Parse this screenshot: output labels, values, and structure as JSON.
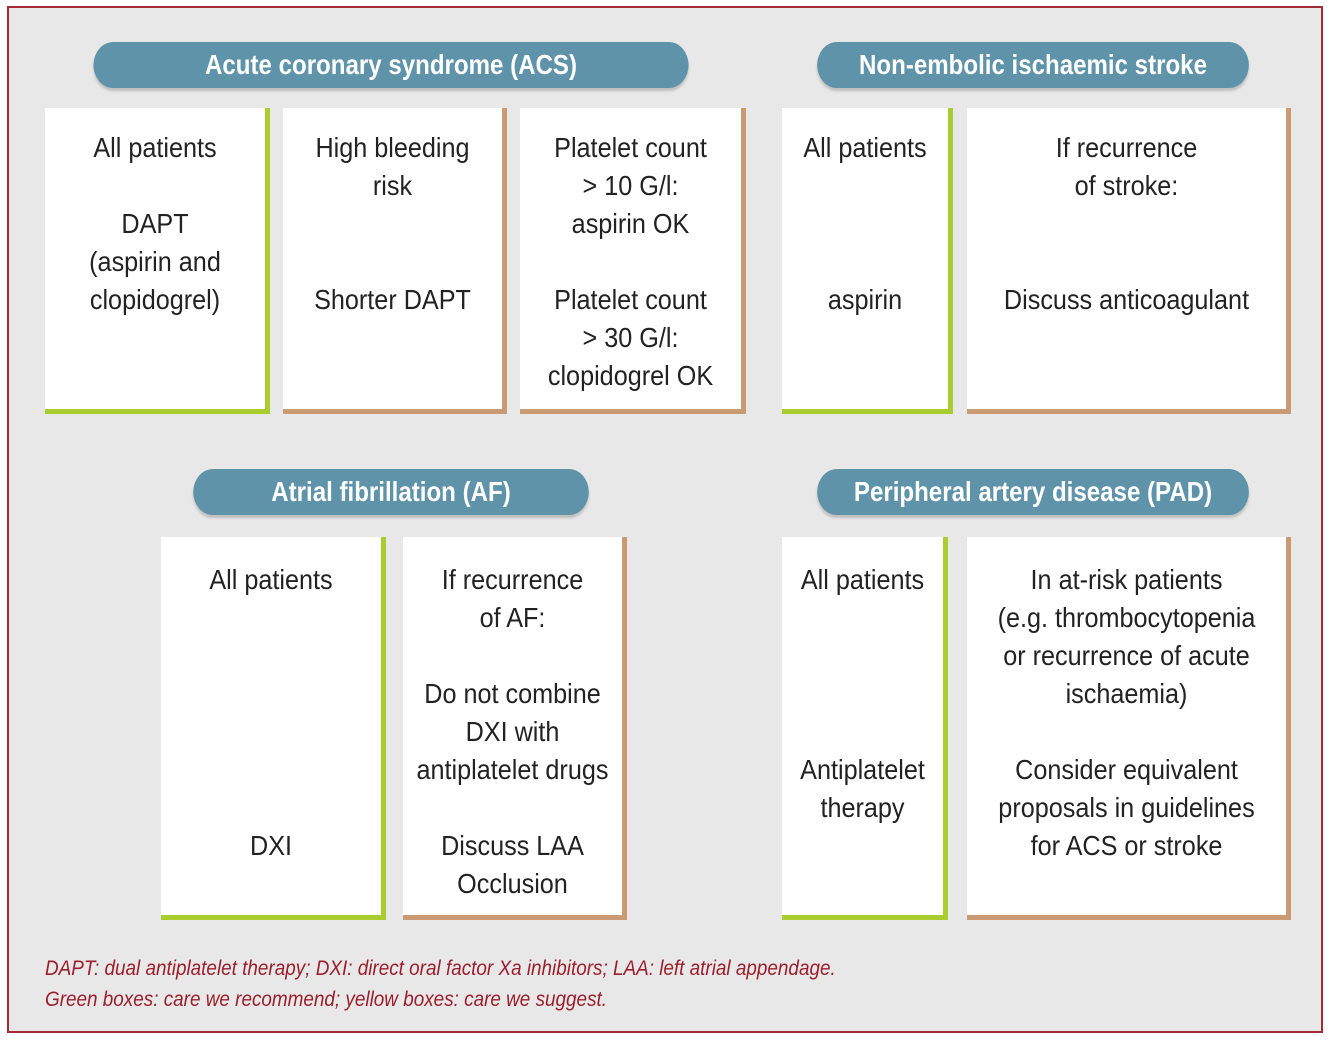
{
  "colors": {
    "frame_border": "#a32a36",
    "background": "#e8e8e8",
    "header_pill": "#5f93aa",
    "recommend_green": "#a9cc2e",
    "suggest_tan": "#c99a73",
    "footnote_text": "#9c1e2c"
  },
  "acs": {
    "title": "Acute coronary syndrome (ACS)",
    "all_patients": {
      "l1": "All patients",
      "l2": "DAPT",
      "l3": "(aspirin and",
      "l4": "clopidogrel)"
    },
    "bleeding": {
      "l1": "High bleeding",
      "l2": "risk",
      "l3": "Shorter DAPT"
    },
    "platelet": {
      "l1": "Platelet count",
      "l2": "> 10 G/l:",
      "l3": "aspirin OK",
      "l4": "Platelet count",
      "l5": "> 30 G/l:",
      "l6": "clopidogrel OK"
    }
  },
  "stroke": {
    "title": "Non-embolic ischaemic stroke",
    "all_patients": {
      "l1": "All patients",
      "l2": "aspirin"
    },
    "recurrence": {
      "l1": "If recurrence",
      "l2": "of stroke:",
      "l3": "Discuss anticoagulant"
    }
  },
  "af": {
    "title": "Atrial fibrillation (AF)",
    "all_patients": {
      "l1": "All patients",
      "l2": "DXI"
    },
    "recurrence": {
      "l1": "If recurrence",
      "l2": "of AF:",
      "l3": "Do not combine",
      "l4": "DXI with",
      "l5": "antiplatelet drugs",
      "l6": "Discuss LAA",
      "l7": "Occlusion"
    }
  },
  "pad": {
    "title": "Peripheral artery disease (PAD)",
    "all_patients": {
      "l1": "All patients",
      "l2": "Antiplatelet",
      "l3": "therapy"
    },
    "at_risk": {
      "l1": "In at-risk patients",
      "l2": "(e.g. thrombocytopenia",
      "l3": "or recurrence of acute",
      "l4": "ischaemia)",
      "l5": "Consider equivalent",
      "l6": "proposals in guidelines",
      "l7": "for ACS or stroke"
    }
  },
  "footnote": {
    "line1": "DAPT: dual antiplatelet therapy; DXI: direct oral factor Xa inhibitors; LAA: left atrial appendage.",
    "line2": "Green boxes: care we recommend; yellow boxes: care we suggest."
  }
}
